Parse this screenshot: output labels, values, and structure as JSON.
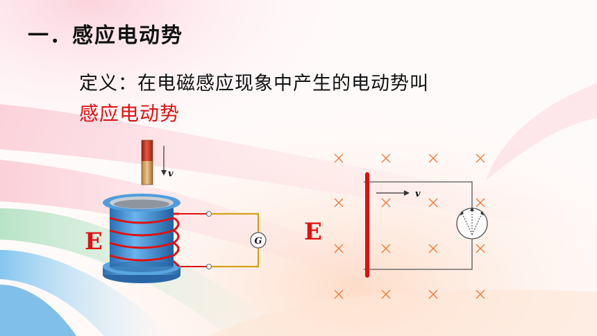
{
  "slide": {
    "heading": "一．感应电动势",
    "definition_text": "定义：在电磁感应现象中产生的电动势叫",
    "definition_term": "感应电动势"
  },
  "figure_left": {
    "emf_label": "E",
    "galvanometer_label": "G",
    "velocity_label": "v",
    "icons": [
      "bar-magnet-icon",
      "solenoid-coil-icon",
      "galvanometer-icon"
    ]
  },
  "figure_right": {
    "emf_label": "E",
    "velocity_label": "v",
    "field_mark": "×",
    "icons": [
      "moving-rod-icon",
      "galvanometer-icon",
      "magnetic-field-cross-icon"
    ]
  },
  "colors": {
    "accent_red": "#e01010",
    "coil_blue": "#3f8fd6",
    "wire_gold": "#d4a21a",
    "field_mark_orange": "#f07a3a"
  }
}
